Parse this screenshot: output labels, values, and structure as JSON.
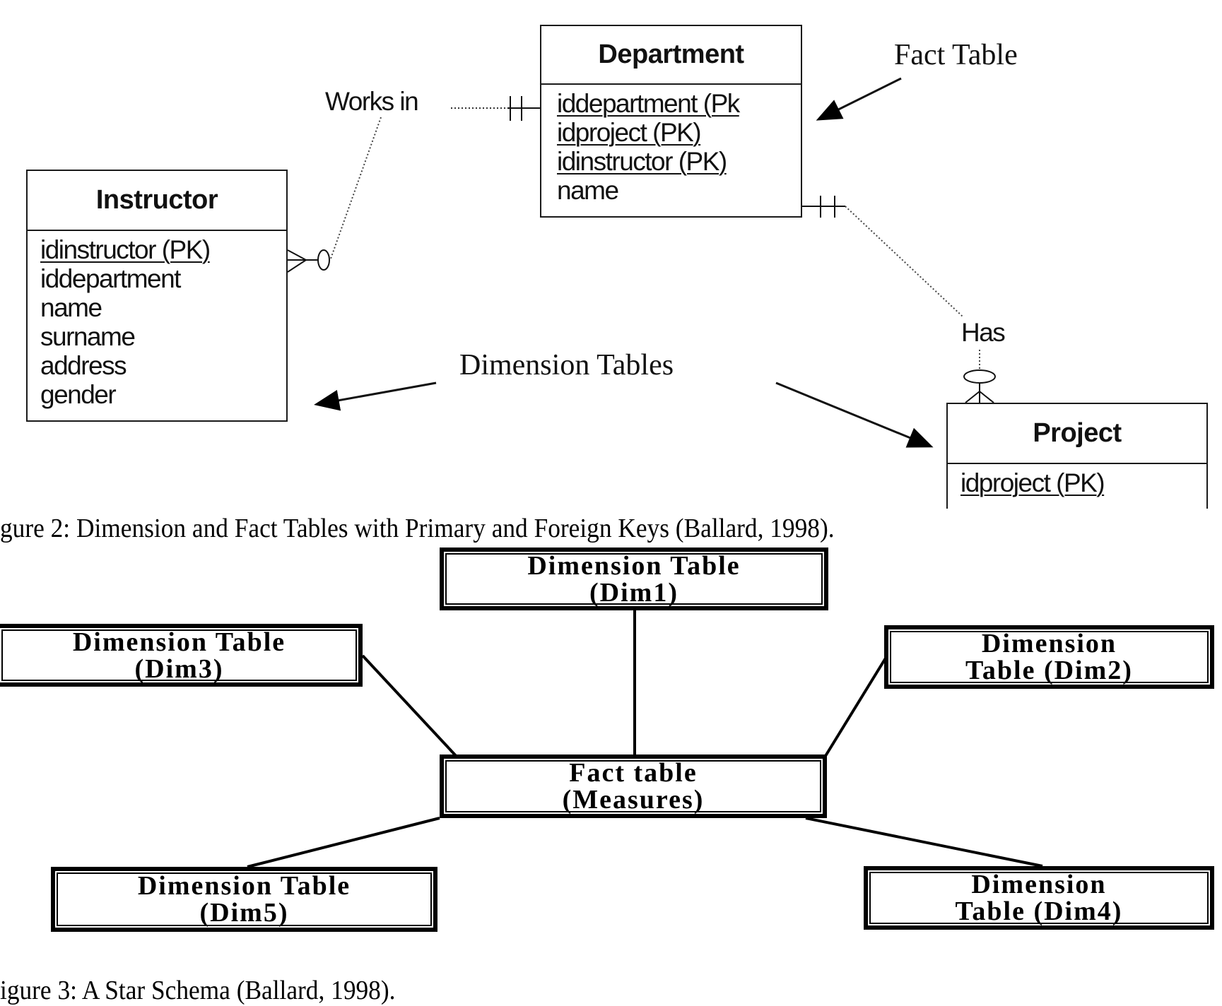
{
  "figure2": {
    "tables": {
      "instructor": {
        "title": "Instructor",
        "attributes": [
          {
            "name": "idinstructor (PK)",
            "key": true
          },
          {
            "name": "iddepartment",
            "key": false
          },
          {
            "name": "name",
            "key": false
          },
          {
            "name": "surname",
            "key": false
          },
          {
            "name": "address",
            "key": false
          },
          {
            "name": "gender",
            "key": false
          }
        ]
      },
      "department": {
        "title": "Department",
        "attributes": [
          {
            "name": "iddepartment (Pk",
            "key": true
          },
          {
            "name": "idproject (PK)",
            "key": true
          },
          {
            "name": "idinstructor (PK)",
            "key": true
          },
          {
            "name": "name",
            "key": false
          }
        ]
      },
      "project": {
        "title": "Project",
        "attributes": [
          {
            "name": "idproject (PK)",
            "key": true
          }
        ]
      }
    },
    "relationships": {
      "works_in": "Works in",
      "has": "Has"
    },
    "annotations": {
      "fact_table": "Fact Table",
      "dimension_tables": "Dimension Tables"
    },
    "caption": "gure 2: Dimension and Fact Tables with Primary and Foreign Keys (Ballard, 1998)."
  },
  "figure3": {
    "fact": {
      "line1": "Fact table",
      "line2": "(Measures)"
    },
    "dimensions": {
      "dim1": {
        "line1": "Dimension Table",
        "line2": "(Dim1)"
      },
      "dim2": {
        "line1": "Dimension",
        "line2": "Table (Dim2)"
      },
      "dim3": {
        "line1": "Dimension Table",
        "line2": "(Dim3)"
      },
      "dim4": {
        "line1": "Dimension",
        "line2": "Table (Dim4)"
      },
      "dim5": {
        "line1": "Dimension Table",
        "line2": "(Dim5)"
      }
    },
    "caption": "igure 3: A Star Schema (Ballard, 1998)."
  }
}
